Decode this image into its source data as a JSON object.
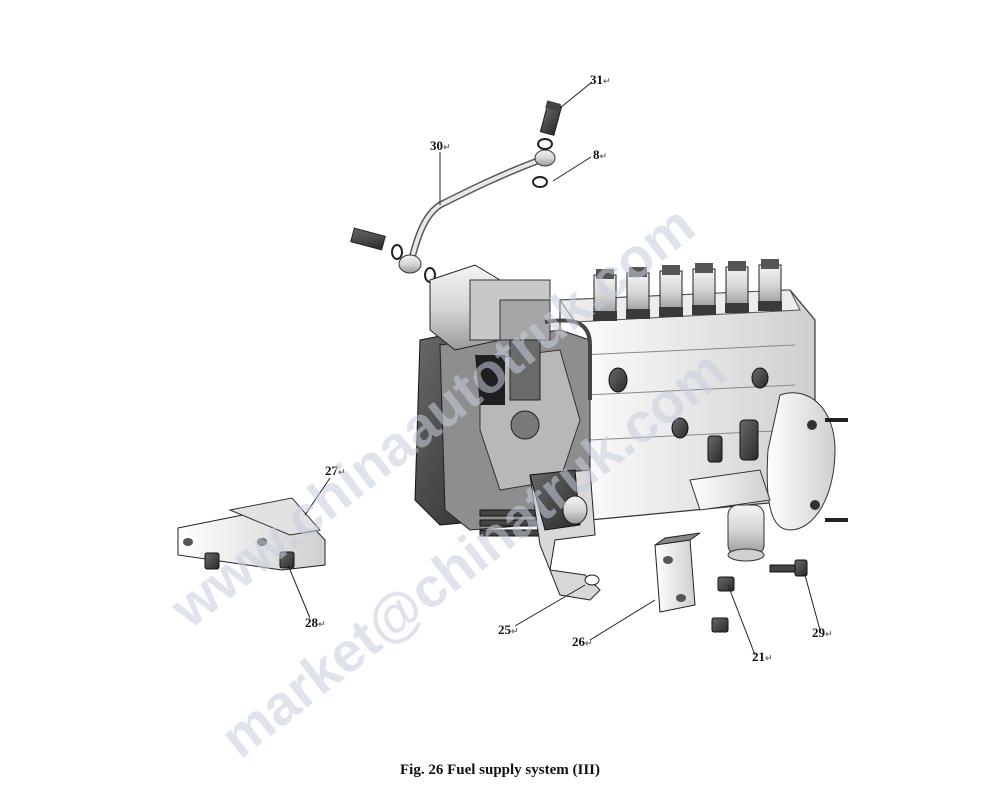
{
  "figure": {
    "caption": "Fig. 26 Fuel supply system (III)",
    "return_mark": "↵",
    "callouts": [
      {
        "id": "31",
        "label": "31"
      },
      {
        "id": "30",
        "label": "30"
      },
      {
        "id": "8",
        "label": "8"
      },
      {
        "id": "27",
        "label": "27"
      },
      {
        "id": "28",
        "label": "28"
      },
      {
        "id": "25",
        "label": "25"
      },
      {
        "id": "26",
        "label": "26"
      },
      {
        "id": "21",
        "label": "21"
      },
      {
        "id": "29",
        "label": "29"
      }
    ]
  },
  "watermark": {
    "line1": "www.chinaautotruk.com",
    "line2": "market@chinatruk.com",
    "color": "#c5cede"
  }
}
